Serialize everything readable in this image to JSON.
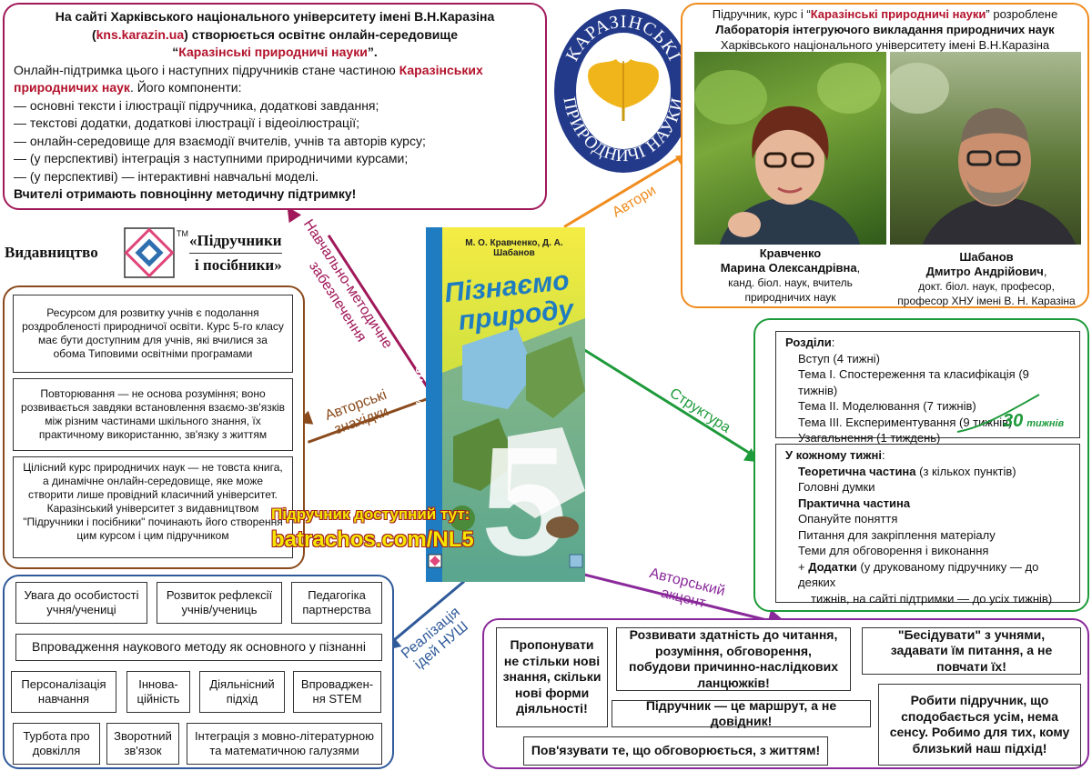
{
  "intro": {
    "line1": "На сайті Харківського національного університету імені В.Н.Каразіна",
    "line2_pre": "(",
    "site": "kns.karazin.ua",
    "line2_post": ") створюється освітнє онлайн-середовище",
    "brand_quoted": "Каразінські природничі науки",
    "line4_pre": "Онлайн-підтримка цього і наступних підручників стане частиною",
    "brand_short_a": "Каразінських",
    "brand_short_b": "природничих наук",
    "line5_post": ". Його компоненти:",
    "items": [
      "— основні тексти і ілюстрації підручника, додаткові завдання;",
      "— текстові додатки, додаткові ілюстрації і відеоілюстрації;",
      "— онлайн-середовище для взаємодії вчителів, учнів та авторів курсу;",
      "— (у перспективі) інтеграція з наступними природничими курсами;",
      "— (у перспективі) — інтерактивні навчальні моделі."
    ],
    "final": "Вчителі отримають повноцінну методичну підтримку!"
  },
  "logo": {
    "ring_top": "КАРАЗІНСЬКІ",
    "ring_bottom": "ПРИРОДНИЧІ НАУКИ"
  },
  "authors": {
    "line1_pre": "Підручник, курс і",
    "brand": "Каразінські природничі науки",
    "line1_post": "розроблене",
    "line2": "Лабораторія інтегруючого викладання природничих наук",
    "line3": "Харківського національного університету імені В.Н.Каразіна",
    "a1_surname": "Кравченко",
    "a1_name": "Марина Олександрівна",
    "a1_desc1": "канд. біол. наук, вчитель",
    "a1_desc2": "природничих наук",
    "a2_surname": "Шабанов",
    "a2_name": "Дмитро Андрійович",
    "a2_desc1": "докт. біол. наук, професор,",
    "a2_desc2": "професор ХНУ імені В. Н. Каразіна"
  },
  "publisher": {
    "label": "Видавництво",
    "tm": "ТМ",
    "name1": "«Підручники",
    "name2": "і посібники»"
  },
  "book": {
    "authors": "М. О. Кравченко, Д. А. Шабанов",
    "title1": "Пізнаємо",
    "title2": "природу",
    "spine": "Пізнаємо природу",
    "grade": "5"
  },
  "findings": [
    "Ресурсом для розвитку учнів є подолання роздробленості природничої освіти. Курс 5-го класу має бути доступним для учнів, які вчилися за обома Типовими освітніми програмами",
    "Повторювання — не основа розуміння; воно розвивається завдяки встановлення взаємо-зв'язків між різним частинами шкільного знання, їх практичному використанню, зв'язку з життям",
    "Цілісний курс природничих наук — не товста книга, а динамічне онлайн-середовище, яке може створити лише провідний класичний університет. Каразінський університет з видавництвом \"Підручники і посібники\" починають його створення цим курсом і цим підручником"
  ],
  "available": {
    "label": "Підручник доступний тут:",
    "link": "batrachos.com/NL5"
  },
  "arrows": {
    "methodical_1": "Навчально-методичне",
    "methodical_2": "забезпечення",
    "authors": "Автори",
    "findings_1": "Авторські",
    "findings_2": "знахідки",
    "structure": "Структура",
    "nush_1": "Реалізація",
    "nush_2": "ідей НУШ",
    "accent_1": "Авторський",
    "accent_2": "акцент"
  },
  "structure": {
    "sections_title": "Розділи",
    "sections": [
      "Вступ (4 тижні)",
      "Тема І. Спостереження та класифікація (9 тижнів)",
      "Тема ІІ. Моделювання (7 тижнів)",
      "Тема ІІІ. Експериментування (9 тижнів)",
      "Узагальнення (1 тиждень)"
    ],
    "total_num": "30",
    "total_unit": "тижнів",
    "weekly_title": "У кожному тижні",
    "theory_label": "Теоретична частина",
    "theory_note": " (з кількох пунктів)",
    "main_thoughts": "Головні думки",
    "practice_label": "Практична частина",
    "practice_items": [
      "Опануйте поняття",
      "Питання для закріплення матеріалу",
      "Теми для обговорення і виконання"
    ],
    "extra_plus": "+ ",
    "extra_label": "Додатки",
    "extra_note1": " (у друкованому підручнику — до деяких",
    "extra_note2": "тижнів, на сайті підтримки — до усіх тижнів)"
  },
  "nush": [
    "Увага до особистості учня/учениці",
    "Розвиток рефлексії учнів/учениць",
    "Педагогіка партнерства",
    "Впровадження наукового методу як основного у пізнанні",
    "Персоналізація навчання",
    "Іннова-ційність",
    "Діяльнісний підхід",
    "Впроваджен-ня STEM",
    "Турбота про довкілля",
    "Зворотний зв'язок",
    "Інтеграція з мовно-літературною та математичною галузями"
  ],
  "accent": [
    "Пропонувати не стільки нові знання, скільки нові форми діяльності!",
    "Розвивати здатність до читання, розуміння, обговорення, побудови причинно-наслідкових ланцюжків!",
    "\"Бесідувати\" з учнями, задавати їм питання, а не повчати їх!",
    "Підручник — це маршрут, а не довідник!",
    "Робити підручник, що сподобається усім, нема сенсу. Робимо для тих, кому близький наш підхід!",
    "Пов'язувати те, що обговорюється, з життям!"
  ],
  "colors": {
    "maroon": "#a0185a",
    "orange": "#f08c1e",
    "brown": "#8a4a1c",
    "green": "#1d9a3a",
    "blue": "#2f5a9a",
    "purple": "#8a2a9a",
    "brand_red": "#b3122b"
  }
}
